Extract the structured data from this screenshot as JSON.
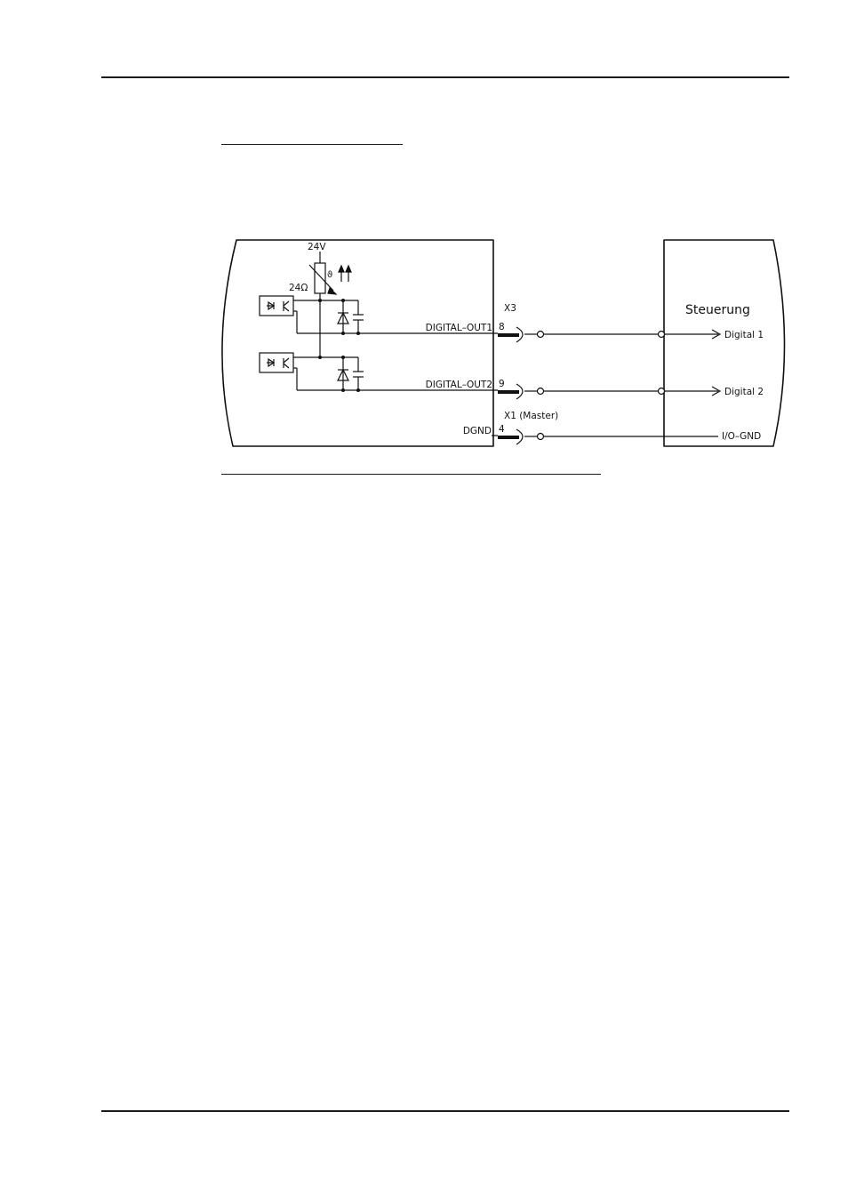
{
  "diagram": {
    "supply_label": "24V",
    "resistor_label": "24Ω",
    "connector_x3": "X3",
    "connector_x1": "X1 (Master)",
    "out1_label": "DIGITAL–OUT1",
    "out2_label": "DIGITAL–OUT2",
    "dgnd_label": "DGND",
    "pin_out1": "8",
    "pin_out2": "9",
    "pin_dgnd": "4",
    "controller_label": "Steuerung",
    "input1_label": "Digital 1",
    "input2_label": "Digital 2",
    "ground_label": "I/O–GND",
    "temp_symbol": "ϑ"
  }
}
